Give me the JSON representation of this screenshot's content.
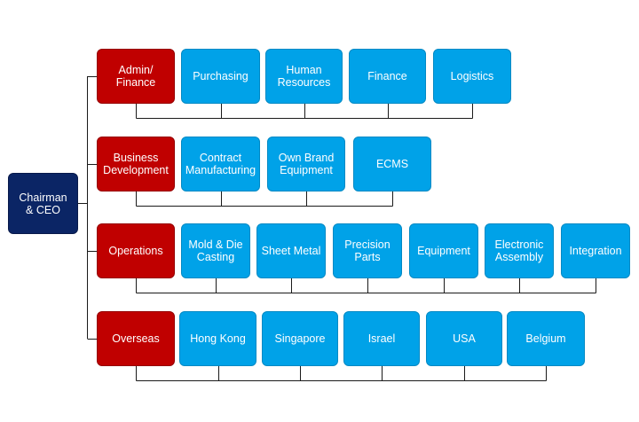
{
  "colors": {
    "ceo": "#0b2565",
    "division": "#c00000",
    "department": "#00a2e8",
    "connector": "#1a1a1a"
  },
  "ceo": "Chairman\n& CEO",
  "divisions": [
    {
      "name": "Admin/\nFinance",
      "departments": [
        "Purchasing",
        "Human\nResources",
        "Finance",
        "Logistics"
      ]
    },
    {
      "name": "Business\nDevelopment",
      "departments": [
        "Contract\nManufacturing",
        "Own Brand\nEquipment",
        "ECMS"
      ]
    },
    {
      "name": "Operations",
      "departments": [
        "Mold & Die\nCasting",
        "Sheet Metal",
        "Precision\nParts",
        "Equipment",
        "Electronic\nAssembly",
        "Integration"
      ]
    },
    {
      "name": "Overseas",
      "departments": [
        "Hong Kong",
        "Singapore",
        "Israel",
        "USA",
        "Belgium"
      ]
    }
  ]
}
